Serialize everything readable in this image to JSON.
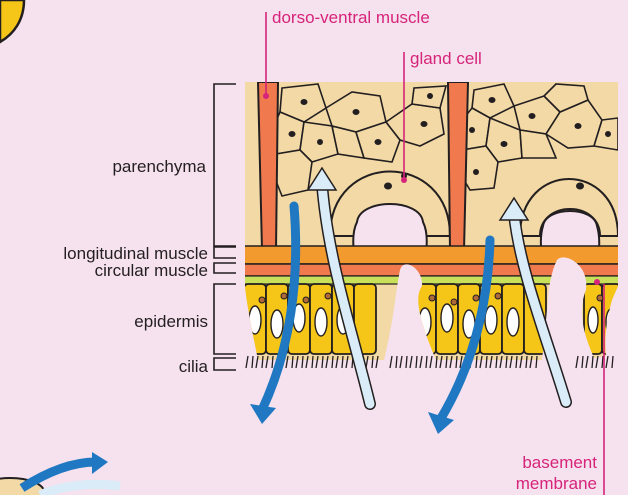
{
  "labels": {
    "dorso_ventral_muscle": "dorso-ventral muscle",
    "gland_cell": "gland cell",
    "parenchyma": "parenchyma",
    "longitudinal_muscle": "longitudinal muscle",
    "circular_muscle": "circular muscle",
    "epidermis": "epidermis",
    "cilia": "cilia",
    "basement_membrane_line1": "basement",
    "basement_membrane_line2": "membrane"
  },
  "colors": {
    "background": "#f6e1ee",
    "parenchyma": "#f2d9a6",
    "muscle": "#f07a4e",
    "longitudinal_muscle": "#f39a2e",
    "epidermis": "#f5c518",
    "basement_membrane": "#c9e05a",
    "label_pink": "#d6247a",
    "arrow_dark": "#1f78c1",
    "arrow_light": "#d9ecf7"
  }
}
